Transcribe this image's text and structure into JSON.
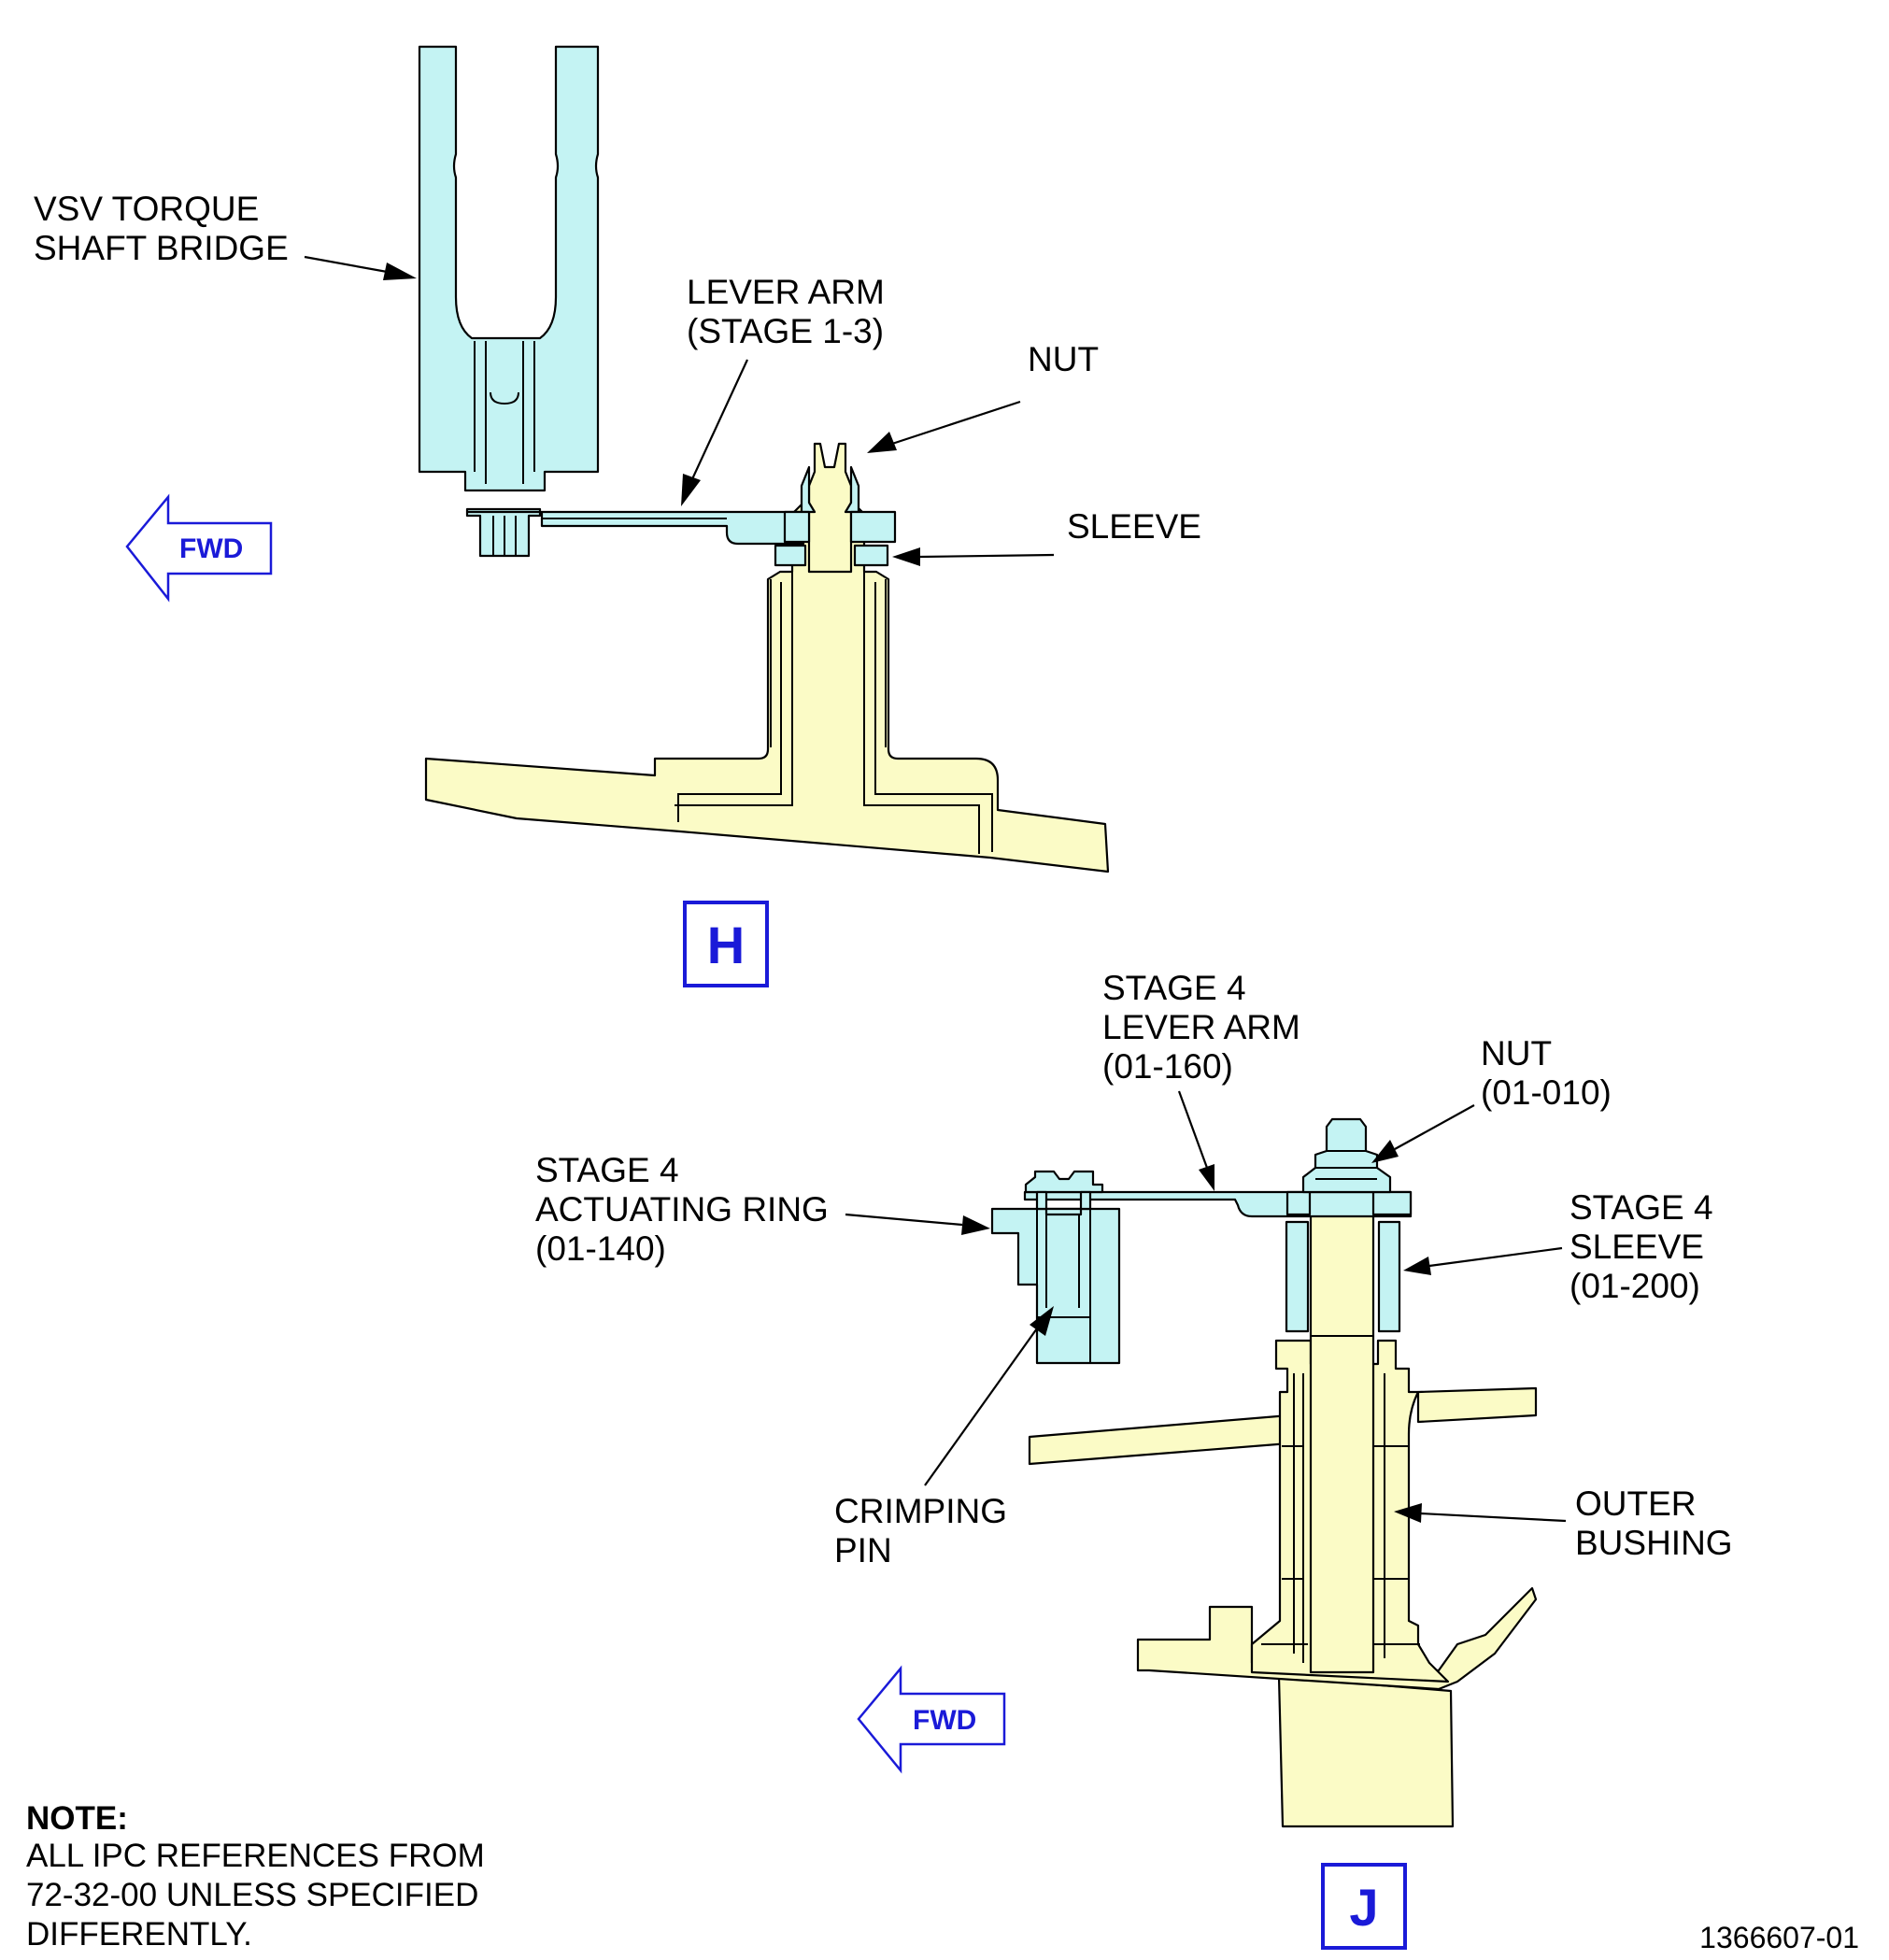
{
  "views": {
    "h": {
      "view_label": "H",
      "fwd_label": "FWD",
      "callouts": {
        "torque_shaft_bridge": [
          "VSV TORQUE",
          "SHAFT BRIDGE"
        ],
        "lever_arm": [
          "LEVER ARM",
          "(STAGE 1-3)"
        ],
        "nut": [
          "NUT"
        ],
        "sleeve": [
          "SLEEVE"
        ]
      }
    },
    "j": {
      "view_label": "J",
      "fwd_label": "FWD",
      "callouts": {
        "lever_arm": [
          "STAGE 4",
          "LEVER ARM",
          "(01-160)"
        ],
        "nut": [
          "NUT",
          "(01-010)"
        ],
        "actuating_ring": [
          "STAGE 4",
          "ACTUATING RING",
          "(01-140)"
        ],
        "sleeve": [
          "STAGE 4",
          "SLEEVE",
          "(01-200)"
        ],
        "crimping_pin": [
          "CRIMPING",
          "PIN"
        ],
        "outer_bushing": [
          "OUTER",
          "BUSHING"
        ]
      }
    }
  },
  "note": {
    "heading": "NOTE:",
    "lines": [
      "ALL IPC REFERENCES FROM",
      "72-32-00 UNLESS SPECIFIED",
      "DIFFERENTLY."
    ]
  },
  "figure_number": "1366607-01",
  "colors": {
    "cyan_part": "#c4f3f3",
    "yellow_part": "#fbfbc6",
    "callout_blue": "#1a1ad8"
  }
}
